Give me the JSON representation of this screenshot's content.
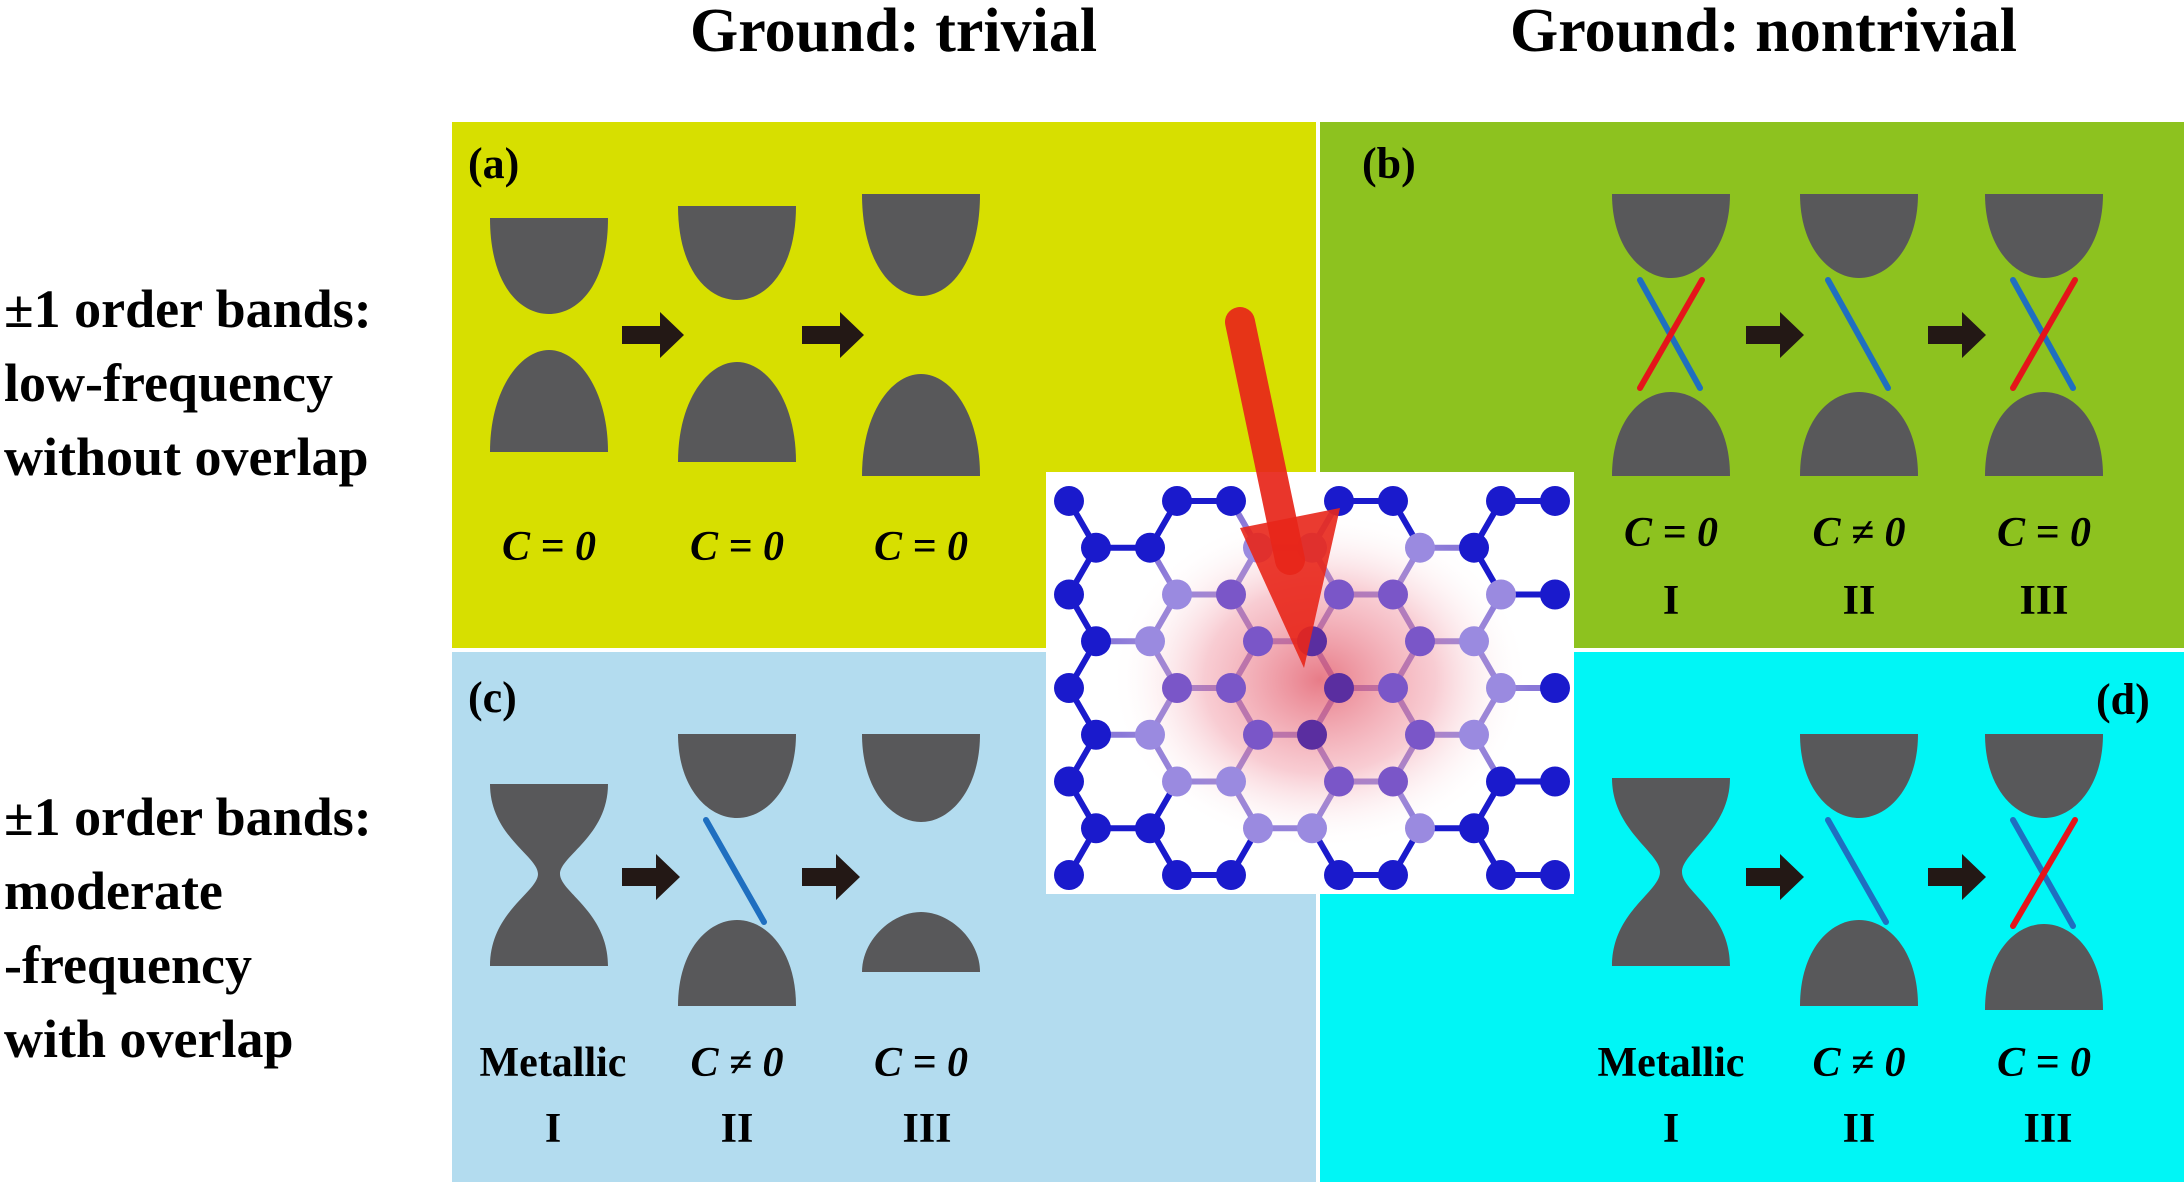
{
  "header": {
    "col_left": "Ground: trivial",
    "col_right": "Ground: nontrivial"
  },
  "row_labels": {
    "top": [
      "±1 order bands:",
      "low-frequency",
      "without overlap"
    ],
    "bottom": [
      "±1 order bands:",
      "moderate",
      "-frequency",
      "with overlap"
    ]
  },
  "panels": {
    "a": {
      "label": "(a)",
      "color": "#d7df00",
      "captions": [
        "C = 0",
        "C = 0",
        "C = 0"
      ]
    },
    "b": {
      "label": "(b)",
      "color": "#8dc21f",
      "captions": [
        "C = 0",
        "C ≠ 0",
        "C = 0"
      ],
      "phases": [
        "I",
        "II",
        "III"
      ]
    },
    "c": {
      "label": "(c)",
      "color": "#b3dcef",
      "captions": [
        "Metallic",
        "C ≠ 0",
        "C = 0"
      ],
      "phases": [
        "I",
        "II",
        "III"
      ]
    },
    "d": {
      "label": "(d)",
      "color": "#00f6f6",
      "captions": [
        "Metallic",
        "C ≠ 0",
        "C = 0"
      ],
      "phases": [
        "I",
        "II",
        "III"
      ]
    }
  },
  "colors": {
    "band": "#58585a",
    "edge_blue": "#1f6fc0",
    "edge_red": "#e5141a",
    "arrow": "#231815",
    "atom": "#1a1acc",
    "laser": "#e8261a"
  }
}
